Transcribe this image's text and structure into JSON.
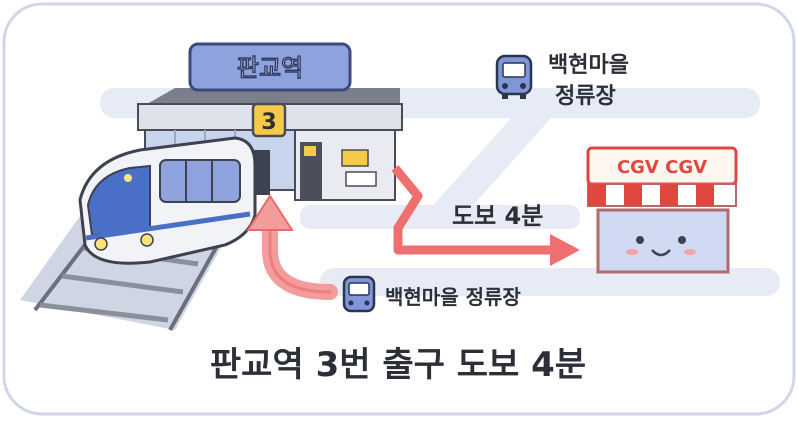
{
  "station": {
    "sign_label": "판교역",
    "exit_number": "3"
  },
  "bus_stop_top": {
    "line1": "백현마을",
    "line2": "정류장"
  },
  "bus_stop_bottom": {
    "label": "백현마을 정류장"
  },
  "walk_label": "도보 4분",
  "store": {
    "sign_text": "CGV CGV"
  },
  "caption": "판교역 3번 출구 도보 4분",
  "colors": {
    "sign_bg": "#8ea3dd",
    "road": "#e3e8f3",
    "arrow_red": "#ef6f6f",
    "arrow_pink": "#f29c9c",
    "exit_badge": "#f7c948",
    "awning_red": "#e0473f",
    "bus_blue": "#7f96d8"
  },
  "icons": [
    "train-icon",
    "bus-icon",
    "cinema-mascot-icon"
  ]
}
